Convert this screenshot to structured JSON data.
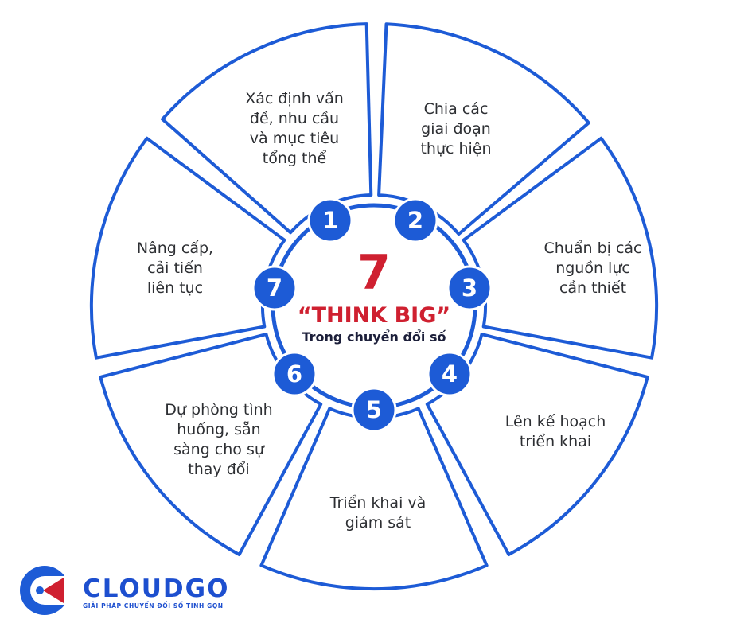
{
  "center": {
    "number": "7",
    "title": "“THINK BIG”",
    "subtitle": "Trong chuyển đổi số"
  },
  "steps": [
    {
      "number": "1",
      "lines": [
        "Xác định vấn",
        "đề, nhu cầu",
        "và mục tiêu",
        "tổng thể"
      ]
    },
    {
      "number": "2",
      "lines": [
        "Chia các",
        "giai đoạn",
        "thực hiện"
      ]
    },
    {
      "number": "3",
      "lines": [
        "Chuẩn bị các",
        "nguồn lực",
        "cần thiết"
      ]
    },
    {
      "number": "4",
      "lines": [
        "Lên kế hoạch",
        "triển khai"
      ]
    },
    {
      "number": "5",
      "lines": [
        "Triển khai và",
        "giám sát"
      ]
    },
    {
      "number": "6",
      "lines": [
        "Dự phòng tình",
        "huống, sẵn",
        "sàng cho sự",
        "thay đổi"
      ]
    },
    {
      "number": "7",
      "lines": [
        "Nâng cấp,",
        "cải tiến",
        "liên tục"
      ]
    }
  ],
  "brand": {
    "name": "CLOUDGO",
    "tagline": "GIẢI PHÁP CHUYỂN ĐỔI SỐ TINH GỌN",
    "logo_icon": "cloudgo-logo-icon"
  },
  "colors": {
    "blue": "#1d5bd6",
    "red": "#cf2030",
    "outline": "#1d5bd6",
    "text": "#2d2f33"
  }
}
